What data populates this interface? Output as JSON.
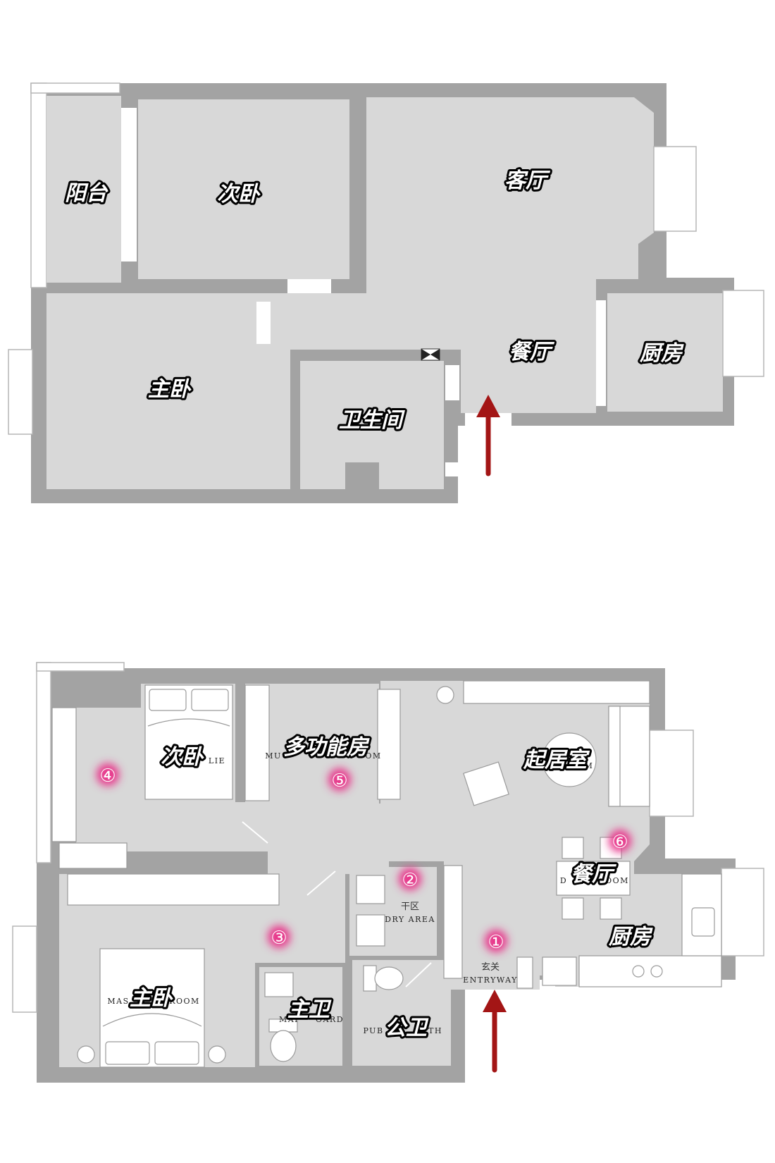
{
  "original_plan": {
    "rooms": {
      "balcony": "阳台",
      "second_bedroom": "次卧",
      "living_room": "客厅",
      "master_bedroom": "主卧",
      "dining_room": "餐厅",
      "kitchen": "厨房",
      "bathroom": "卫生间"
    }
  },
  "renovated_plan": {
    "rooms": {
      "second_bedroom": "次卧",
      "second_bedroom_en": "LIE",
      "multifunction_room": "多功能房",
      "multifunction_en_left": "MU",
      "multifunction_en_right": "OM",
      "living_room": "起居室",
      "living_room_en": "M",
      "dining_room": "餐厅",
      "dining_en_left": "D",
      "dining_en_right": "OOM",
      "kitchen": "厨房",
      "dry_area_cn": "干区",
      "dry_area_en": "DRY AREA",
      "master_bedroom": "主卧",
      "master_en_left": "MAS",
      "master_en_right": "ROOM",
      "master_bath": "主卫",
      "master_bath_en_left": "MAI",
      "master_bath_en_right": "OARD",
      "public_bath": "公卫",
      "public_bath_en_left": "PUB",
      "public_bath_en_right": "TH",
      "entryway_cn": "玄关",
      "entryway_en": "ENTRYWAY"
    },
    "markers": [
      "①",
      "②",
      "③",
      "④",
      "⑤",
      "⑥"
    ]
  },
  "colors": {
    "room_fill": "#d8d8d8",
    "wall": "#a3a3a3",
    "arrow": "#a31515",
    "marker_glow": "#e8348a"
  },
  "icons": [
    "entry-arrow-icon",
    "bed-icon",
    "sofa-icon",
    "toilet-icon",
    "stove-icon",
    "sink-icon"
  ]
}
